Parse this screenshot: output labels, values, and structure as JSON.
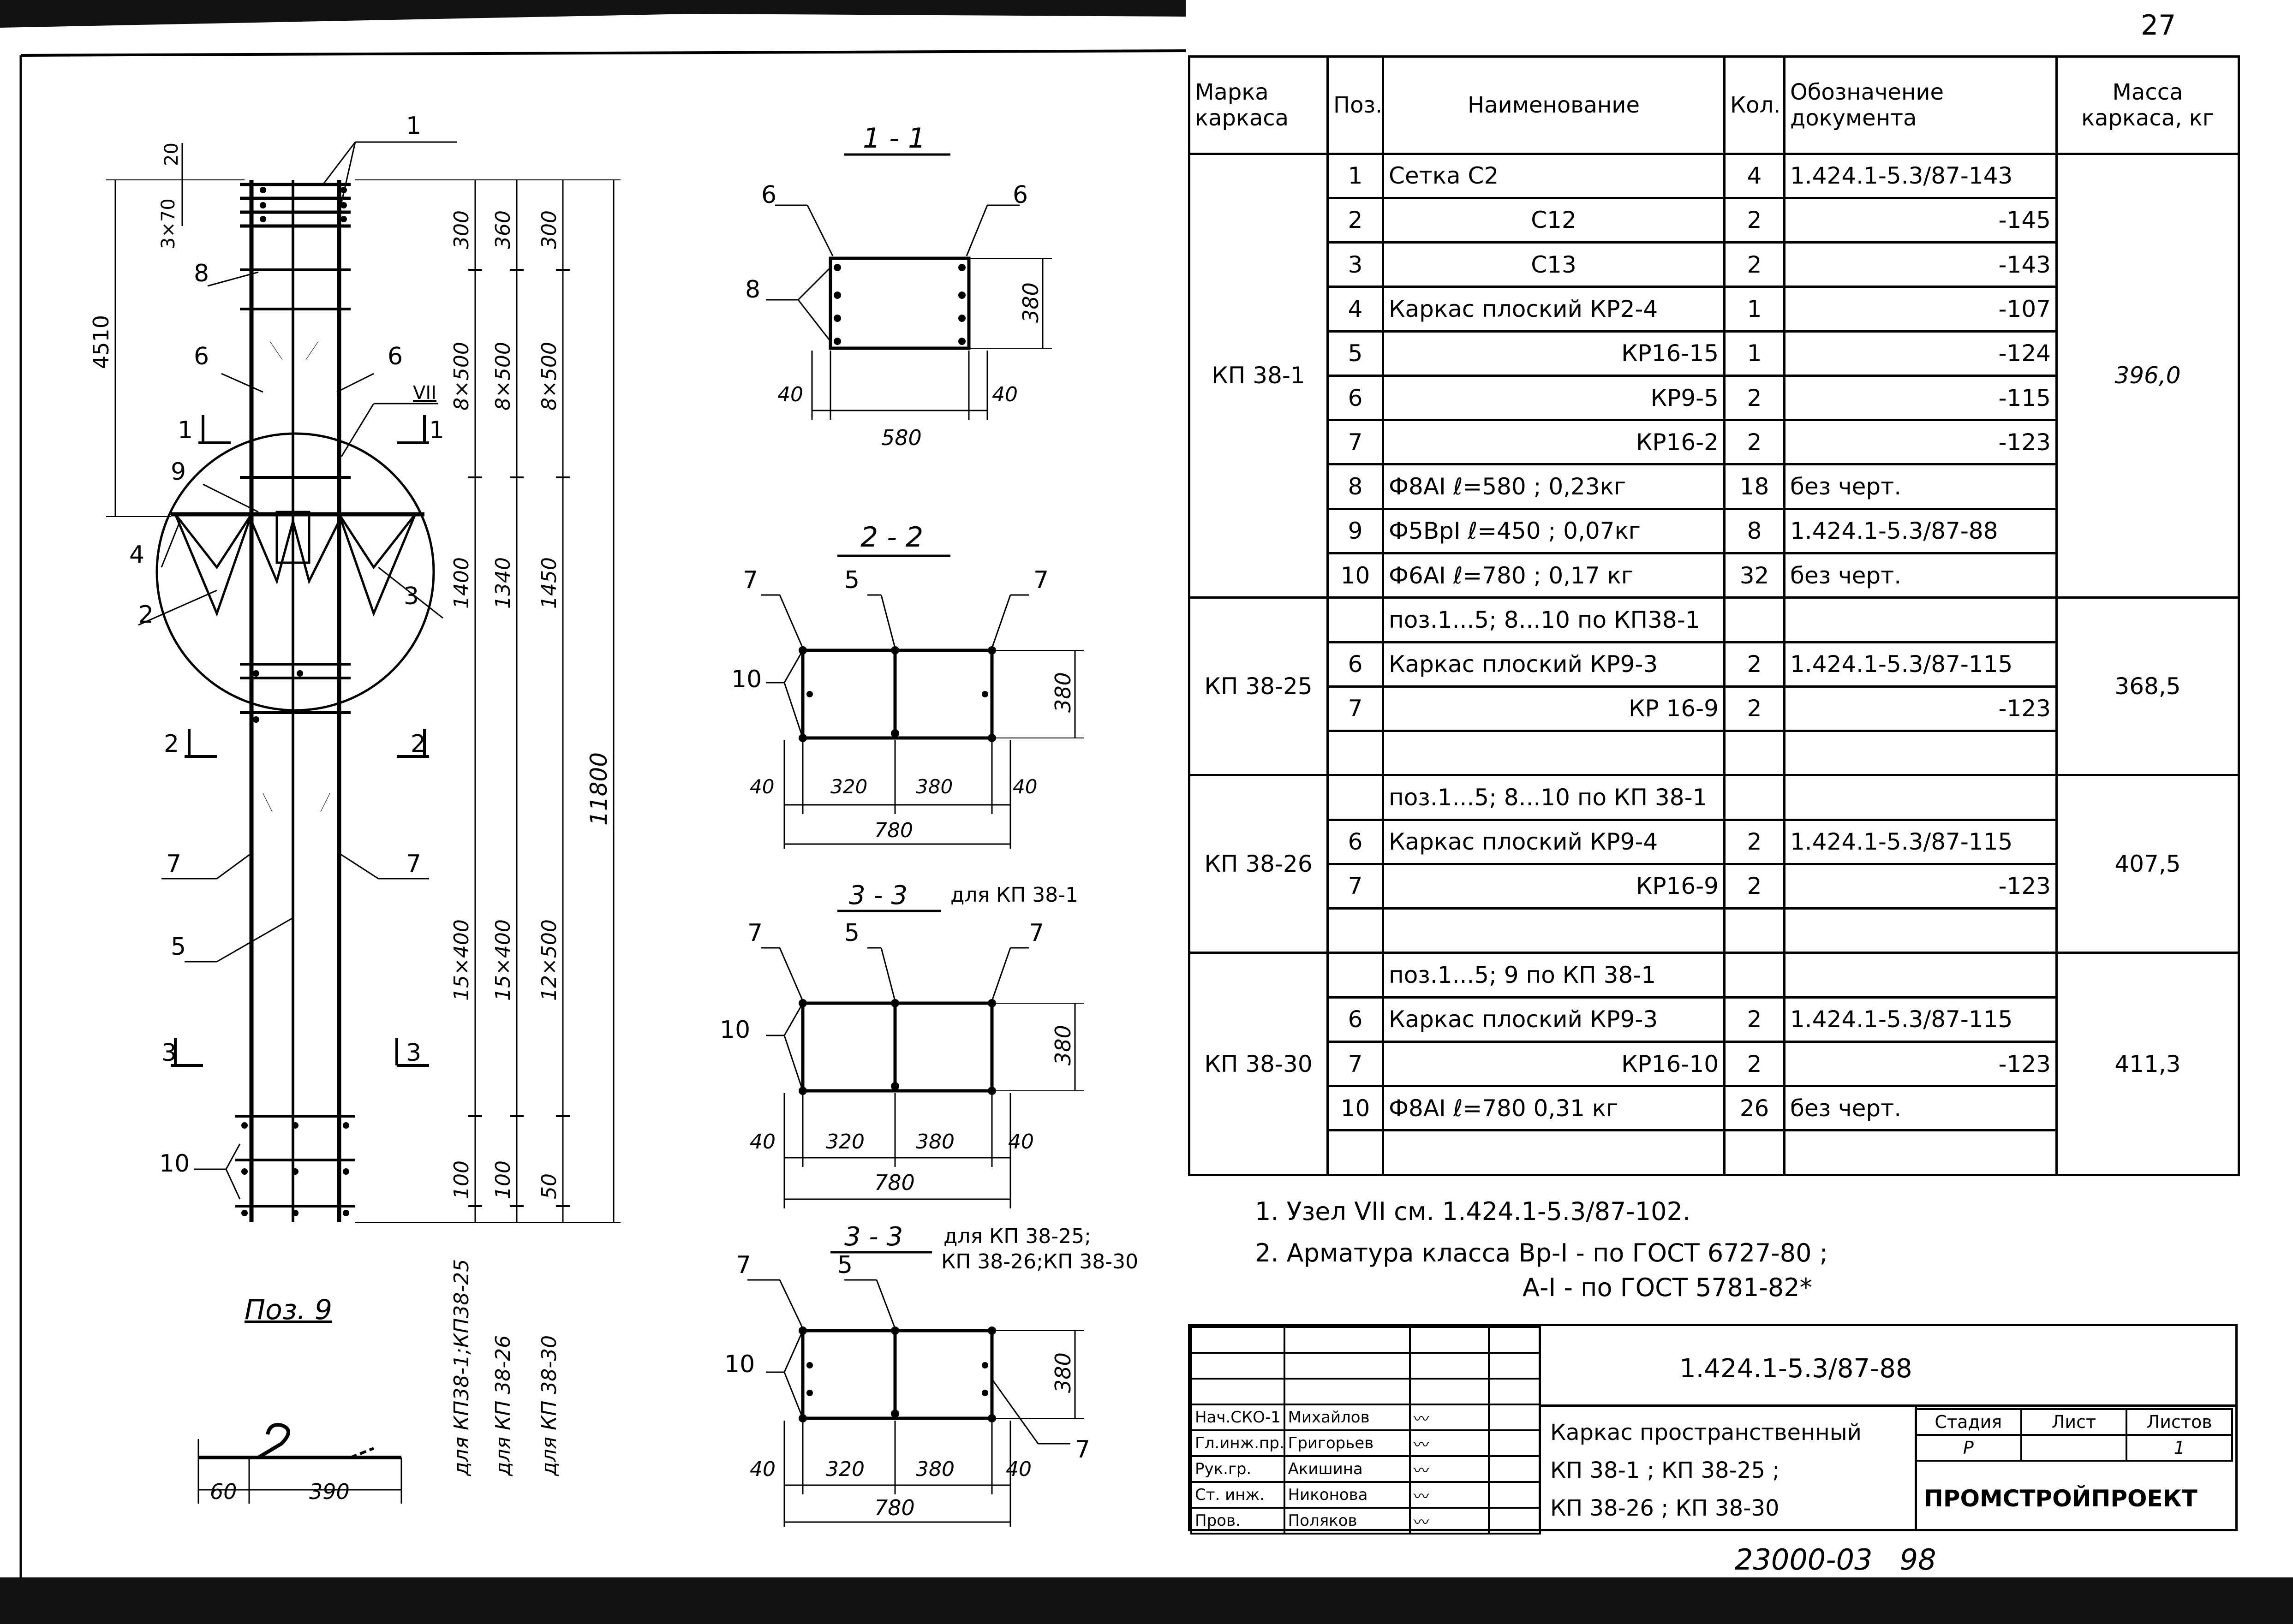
{
  "page": {
    "number": "27",
    "bottom_code": "23000-03",
    "bottom_page": "98"
  },
  "drawing": {
    "elevation": {
      "leaders": [
        "1",
        "8",
        "6",
        "6",
        "9",
        "4",
        "2",
        "3",
        "7",
        "7",
        "5",
        "10"
      ],
      "section_marks": [
        "1",
        "1",
        "2",
        "2",
        "3",
        "3"
      ],
      "node_mark": "VII",
      "dims": {
        "top_20": "20",
        "top_3x70": "3×70",
        "left_4510": "4510",
        "col1": [
          "300",
          "8×500",
          "1400",
          "15×400",
          "100"
        ],
        "col2": [
          "360",
          "8×500",
          "1340",
          "15×400",
          "100"
        ],
        "col3": [
          "300",
          "8×500",
          "1450",
          "12×500",
          "50"
        ],
        "total": "11800"
      },
      "vertical_labels": [
        "для КП38-1;КП38-25",
        "для КП 38-26",
        "для КП 38-30"
      ]
    },
    "pos9": {
      "title": "Поз. 9",
      "dims": [
        "60",
        "390"
      ]
    },
    "sections": [
      {
        "title": "1 - 1",
        "subtitle": "",
        "leaders": [
          "6",
          "6",
          "8"
        ],
        "dims": {
          "height": "380",
          "left": "40",
          "right": "40",
          "total": "580"
        }
      },
      {
        "title": "2 - 2",
        "subtitle": "",
        "leaders": [
          "7",
          "5",
          "7",
          "10"
        ],
        "dims": {
          "height": "380",
          "parts": [
            "40",
            "320",
            "380",
            "40"
          ],
          "total": "780"
        }
      },
      {
        "title": "3 - 3",
        "subtitle": "для КП 38-1",
        "leaders": [
          "7",
          "5",
          "7",
          "10"
        ],
        "dims": {
          "height": "380",
          "parts": [
            "40",
            "320",
            "380",
            "40"
          ],
          "total": "780"
        }
      },
      {
        "title": "3 - 3",
        "subtitle": "для КП 38-25;",
        "subtitle2": "КП 38-26;КП 38-30",
        "leaders": [
          "7",
          "5",
          "10",
          "7"
        ],
        "dims": {
          "height": "380",
          "parts": [
            "40",
            "320",
            "380",
            "40"
          ],
          "total": "780"
        }
      }
    ]
  },
  "table": {
    "headers": {
      "mark": "Марка каркаса",
      "pos": "Поз.",
      "name": "Наименование",
      "qty": "Кол.",
      "doc": "Обозначение документа",
      "mass": "Масса каркаса, кг"
    },
    "groups": [
      {
        "mark": "КП 38-1",
        "mass": "396,0",
        "rows": [
          {
            "pos": "1",
            "name": "Сетка С2",
            "qty": "4",
            "doc": "1.424.1-5.3/87-143"
          },
          {
            "pos": "2",
            "name": "С12",
            "qty": "2",
            "doc": "-145"
          },
          {
            "pos": "3",
            "name": "С13",
            "qty": "2",
            "doc": "-143"
          },
          {
            "pos": "4",
            "name": "Каркас плоский КР2-4",
            "qty": "1",
            "doc": "-107"
          },
          {
            "pos": "5",
            "name": "КР16-15",
            "qty": "1",
            "doc": "-124"
          },
          {
            "pos": "6",
            "name": "КР9-5",
            "qty": "2",
            "doc": "-115"
          },
          {
            "pos": "7",
            "name": "КР16-2",
            "qty": "2",
            "doc": "-123"
          },
          {
            "pos": "8",
            "name": "Ф8АI ℓ=580 ; 0,23кг",
            "qty": "18",
            "doc": "без черт."
          },
          {
            "pos": "9",
            "name": "Ф5ВрI ℓ=450 ; 0,07кг",
            "qty": "8",
            "doc": "1.424.1-5.3/87-88"
          },
          {
            "pos": "10",
            "name": "Ф6АI ℓ=780 ; 0,17 кг",
            "qty": "32",
            "doc": "без черт."
          }
        ]
      },
      {
        "mark": "КП 38-25",
        "mass": "368,5",
        "ref": "поз.1...5; 8...10 по КП38-1",
        "rows": [
          {
            "pos": "6",
            "name": "Каркас плоский КР9-3",
            "qty": "2",
            "doc": "1.424.1-5.3/87-115"
          },
          {
            "pos": "7",
            "name": "КР 16-9",
            "qty": "2",
            "doc": "-123"
          }
        ]
      },
      {
        "mark": "КП 38-26",
        "mass": "407,5",
        "ref": "поз.1...5; 8...10 по КП 38-1",
        "rows": [
          {
            "pos": "6",
            "name": "Каркас плоский КР9-4",
            "qty": "2",
            "doc": "1.424.1-5.3/87-115"
          },
          {
            "pos": "7",
            "name": "КР16-9",
            "qty": "2",
            "doc": "-123"
          }
        ]
      },
      {
        "mark": "КП 38-30",
        "mass": "411,3",
        "ref": "поз.1...5; 9 по КП 38-1",
        "rows": [
          {
            "pos": "6",
            "name": "Каркас плоский КР9-3",
            "qty": "2",
            "doc": "1.424.1-5.3/87-115"
          },
          {
            "pos": "7",
            "name": "КР16-10",
            "qty": "2",
            "doc": "-123"
          },
          {
            "pos": "10",
            "name": "Ф8АI ℓ=780 0,31 кг",
            "qty": "26",
            "doc": "без черт."
          }
        ]
      }
    ]
  },
  "notes": [
    "1. Узел VII см. 1.424.1-5.3/87-102.",
    "2. Арматура класса Вр-I - по ГОСТ 6727-80 ;",
    "А-I - по ГОСТ 5781-82*"
  ],
  "stamp": {
    "code": "1.424.1-5.3/87-88",
    "roles": [
      "Нач.СКО-1",
      "Гл.инж.пр.",
      "Рук.гр.",
      "Ст. инж.",
      "Пров."
    ],
    "names": [
      "Михайлов",
      "Григорьев",
      "Акишина",
      "Никонова",
      "Поляков"
    ],
    "title_lines": [
      "Каркас пространственный",
      "КП 38-1 ; КП 38-25 ;",
      "КП 38-26 ; КП 38-30"
    ],
    "stage_headers": [
      "Стадия",
      "Лист",
      "Листов"
    ],
    "stage_values": [
      "Р",
      "",
      "1"
    ],
    "organization": "ПРОМСТРОЙПРОЕКТ"
  }
}
